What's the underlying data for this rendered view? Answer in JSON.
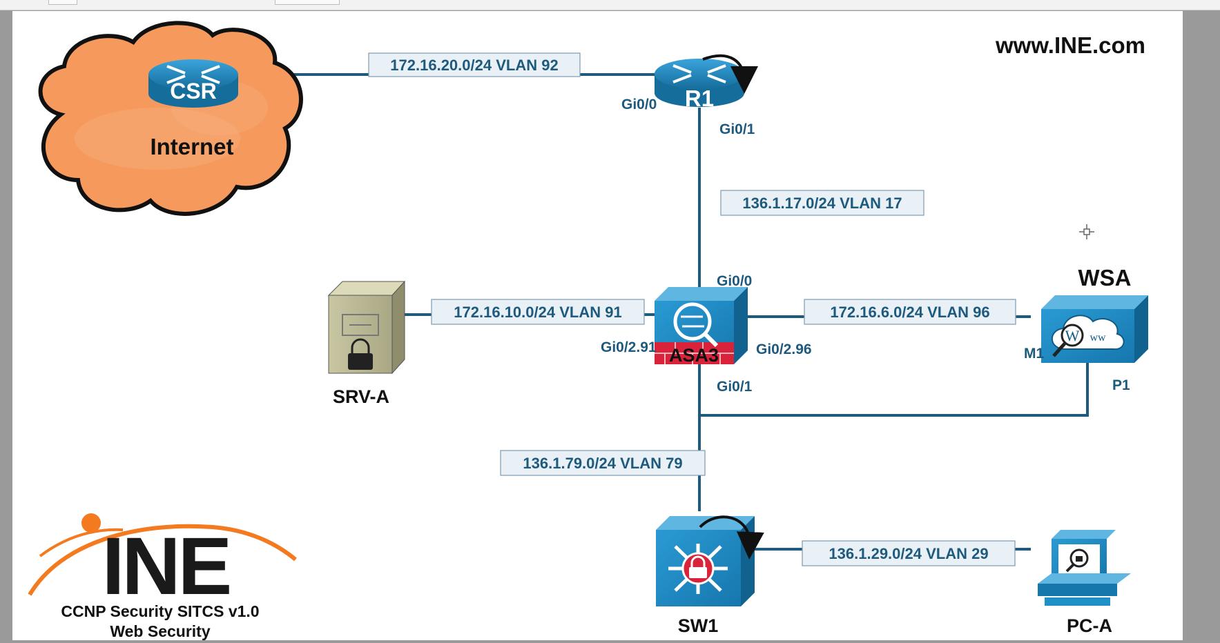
{
  "site_url": "www.INE.com",
  "logo": {
    "text": "INE",
    "course_line1": "CCNP Security SITCS v1.0",
    "course_line2": "Web Security"
  },
  "cloud": {
    "label": "Internet",
    "router_label": "CSR"
  },
  "devices": {
    "r1": "R1",
    "asa3": "ASA3",
    "srv_a": "SRV-A",
    "wsa": "WSA",
    "sw1": "SW1",
    "pc_a": "PC-A"
  },
  "subnets": {
    "vlan92": "172.16.20.0/24 VLAN 92",
    "vlan17": "136.1.17.0/24 VLAN 17",
    "vlan91": "172.16.10.0/24 VLAN 91",
    "vlan96": "172.16.6.0/24 VLAN 96",
    "vlan79": "136.1.79.0/24 VLAN 79",
    "vlan29": "136.1.29.0/24 VLAN 29"
  },
  "interfaces": {
    "r1_gi00": "Gi0/0",
    "r1_gi01": "Gi0/1",
    "asa_gi00": "Gi0/0",
    "asa_gi0291": "Gi0/2.91",
    "asa_gi0296": "Gi0/2.96",
    "asa_gi01": "Gi0/1",
    "wsa_m1": "M1",
    "wsa_p1": "P1"
  },
  "colors": {
    "link": "#1d5a7e",
    "device_blue": "#1f8fc7",
    "cloud_orange": "#f59a5c",
    "logo_orange": "#f47a20"
  }
}
